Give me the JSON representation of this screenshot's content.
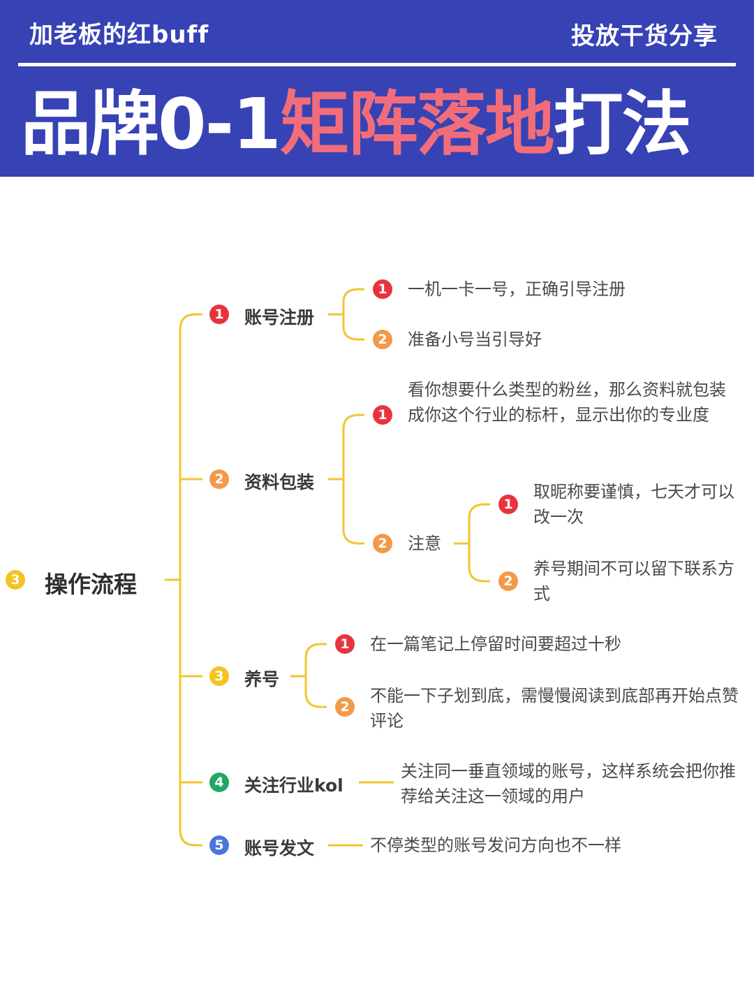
{
  "header": {
    "author": "加老板的红buff",
    "tagline": "投放干货分享",
    "title_part1": "品牌0-1",
    "title_highlight": "矩阵落地",
    "title_part2": "打法",
    "highlight_color": "#f26d7a",
    "banner_color": "#3742b4"
  },
  "mindmap": {
    "root": {
      "number": "3",
      "label": "操作流程"
    },
    "branches": [
      {
        "number": "1",
        "label": "账号注册",
        "children": [
          {
            "number": "1",
            "text": "一机一卡一号，正确引导注册"
          },
          {
            "number": "2",
            "text": "准备小号当引导好"
          }
        ]
      },
      {
        "number": "2",
        "label": "资料包装",
        "children": [
          {
            "number": "1",
            "text": "看你想要什么类型的粉丝，那么资料就包装成你这个行业的标杆，显示出你的专业度"
          },
          {
            "number": "2",
            "text": "注意",
            "children": [
              {
                "number": "1",
                "text": "取昵称要谨慎，七天才可以改一次"
              },
              {
                "number": "2",
                "text": "养号期间不可以留下联系方式"
              }
            ]
          }
        ]
      },
      {
        "number": "3",
        "label": "养号",
        "children": [
          {
            "number": "1",
            "text": "在一篇笔记上停留时间要超过十秒"
          },
          {
            "number": "2",
            "text": "不能一下子划到底，需慢慢阅读到底部再开始点赞评论"
          }
        ]
      },
      {
        "number": "4",
        "label": "关注行业kol",
        "children": [
          {
            "text": "关注同一垂直领域的账号，这样系统会把你推荐给关注这一领域的用户"
          }
        ]
      },
      {
        "number": "5",
        "label": "账号发文",
        "children": [
          {
            "text": "不停类型的账号发问方向也不一样"
          }
        ]
      }
    ],
    "line_color": "#f2c530"
  }
}
